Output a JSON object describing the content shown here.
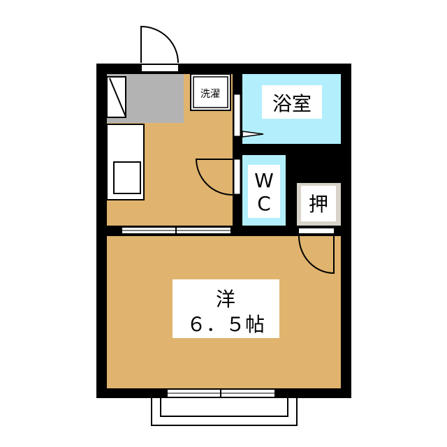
{
  "rooms": {
    "washer": "洗濯",
    "bath": "浴室",
    "wc_line1": "W",
    "wc_line2": "C",
    "closet": "押",
    "western_room": "洋",
    "western_room_size": "６．５帖"
  },
  "colors": {
    "wall": "#000000",
    "floor": "#e0b46e",
    "bath": "#b2eefc",
    "closet": "#d7d3c9",
    "kitchen_grey": "#b3b3b3"
  }
}
